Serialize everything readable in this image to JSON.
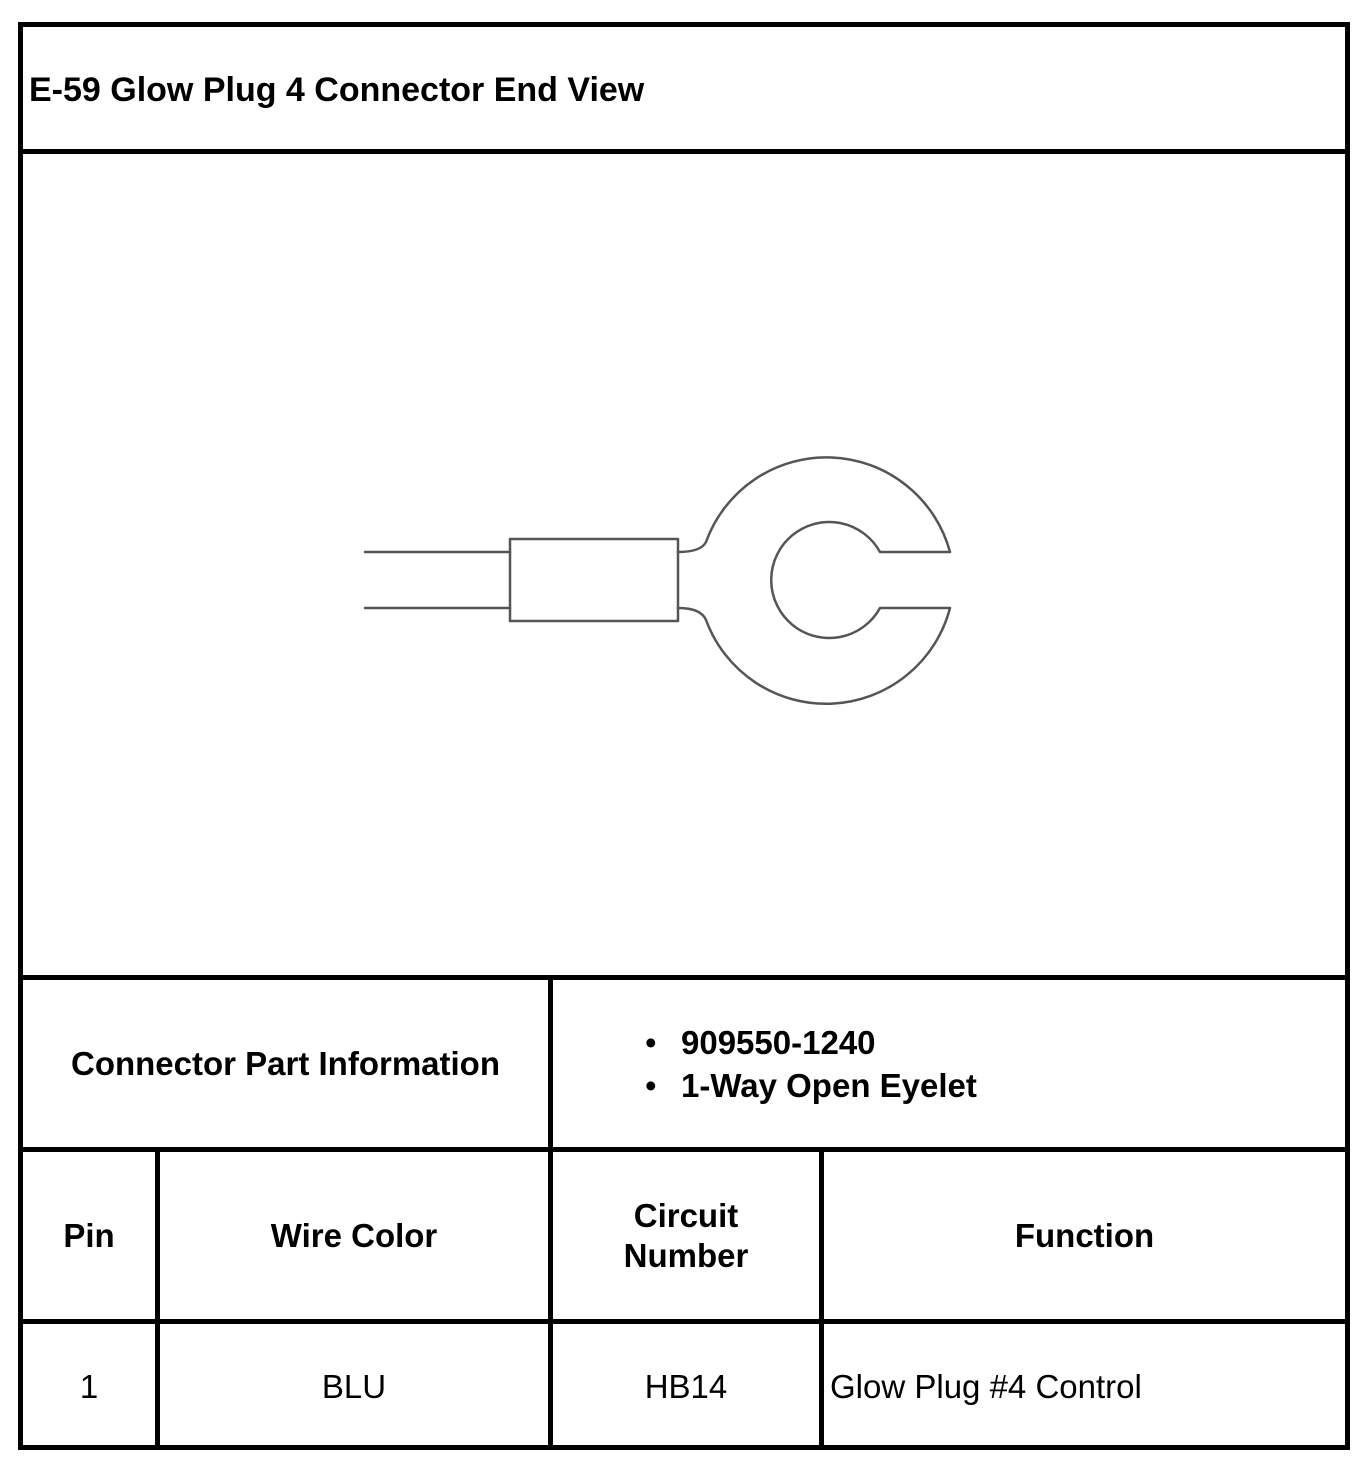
{
  "title": "E-59 Glow Plug 4 Connector End View",
  "connector_info": {
    "label": "Connector Part Information",
    "items": [
      "909550-1240",
      "1-Way Open Eyelet"
    ]
  },
  "table": {
    "headers": {
      "pin": "Pin",
      "wire_color": "Wire Color",
      "circuit_number": "Circuit Number",
      "function": "Function"
    },
    "rows": [
      {
        "pin": "1",
        "wire_color": "BLU",
        "circuit_number": "HB14",
        "function": "Glow Plug #4 Control"
      }
    ]
  },
  "colors": {
    "border": "#000000",
    "diagram_stroke": "#555555"
  }
}
